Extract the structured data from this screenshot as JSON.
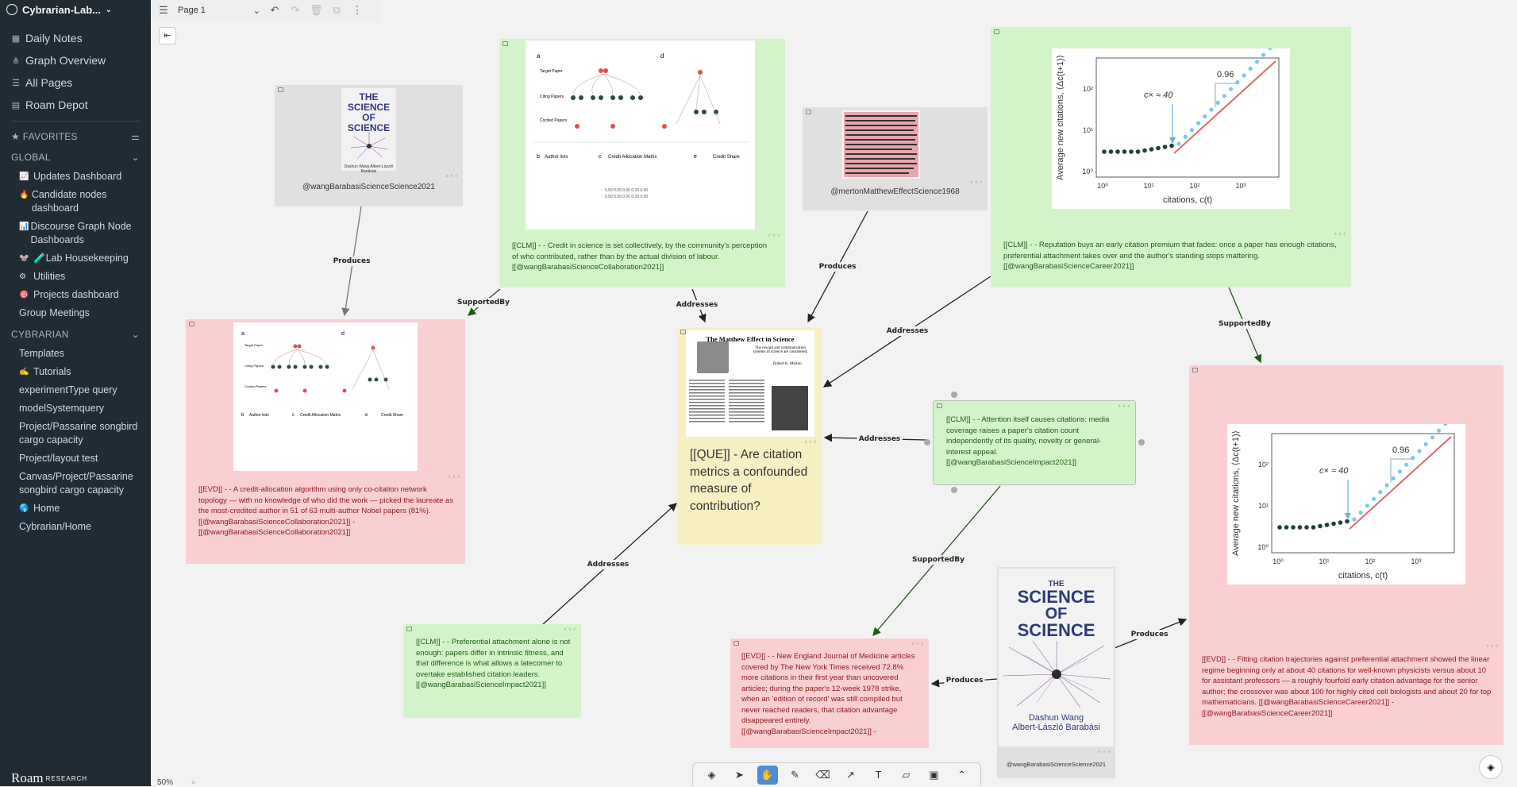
{
  "sidebar": {
    "graph_name": "Cybrarian-Lab...",
    "nav": [
      {
        "label": "Daily Notes",
        "icon": "calendar-icon"
      },
      {
        "label": "Graph Overview",
        "icon": "graph-icon"
      },
      {
        "label": "All Pages",
        "icon": "pages-icon"
      },
      {
        "label": "Roam Depot",
        "icon": "depot-icon"
      }
    ],
    "favorites_label": "FAVORITES",
    "global_label": "GLOBAL",
    "global_items": [
      {
        "emoji": "📈",
        "label": "Updates Dashboard"
      },
      {
        "emoji": "🔥",
        "label": "Candidate nodes dashboard"
      },
      {
        "emoji": "📊",
        "label": "Discourse Graph Node Dashboards"
      },
      {
        "emoji": "🐭",
        "label": "🧪Lab Housekeeping"
      },
      {
        "emoji": "⚙",
        "label": "Utilities"
      },
      {
        "emoji": "🎯",
        "label": "Projects dashboard"
      },
      {
        "emoji": "",
        "label": "Group Meetings"
      }
    ],
    "cybrarian_label": "CYBRARIAN",
    "cybrarian_items": [
      {
        "emoji": "",
        "label": "Templates"
      },
      {
        "emoji": "✍",
        "label": "Tutorials"
      },
      {
        "emoji": "",
        "label": "experimentType query"
      },
      {
        "emoji": "",
        "label": "modelSystemquery"
      },
      {
        "emoji": "",
        "label": "Project/Passarine songbird cargo capacity"
      },
      {
        "emoji": "",
        "label": "Project/layout test"
      },
      {
        "emoji": "",
        "label": "Canvas/Project/Passarine songbird cargo capacity"
      },
      {
        "emoji": "🌎",
        "label": "Home"
      },
      {
        "emoji": "",
        "label": "Cybrarian/Home"
      }
    ],
    "brand": "Roam",
    "brand_sub": "RESEARCH"
  },
  "topbar": {
    "page": "Page 1"
  },
  "zoom": "50%",
  "nodes": {
    "ref_science_of_science": {
      "label": "@wangBarabasiScienceScience2021",
      "book_title": "THE SCIENCE OF SCIENCE",
      "book_authors": "Dashun Wang Albert-László Barabási"
    },
    "clm_credit": {
      "text": "[[CLM]] - - Credit in science is set collectively, by the community's perception of who contributed, rather than by the actual division of labour. [[@wangBarabasiScienceCollaboration2021]]"
    },
    "ref_merton": {
      "label": "@mertonMatthewEffectScience1968"
    },
    "clm_reputation": {
      "text": "[[CLM]] - - Reputation buys an early citation premium that fades: once a paper has enough citations, preferential attachment takes over and the author's standing stops mattering. [[@wangBarabasiScienceCareer2021]]"
    },
    "evd_credit_alg": {
      "text": "[[EVD]] - - A credit-allocation algorithm using only co-citation network topology — with no knowledge of who did the work — picked the laureate as the most-credited author in 51 of 63 multi-author Nobel papers (81%). [[@wangBarabasiScienceCollaboration2021]] - [[@wangBarabasiScienceCollaboration2021]]"
    },
    "que_citation": {
      "text": "[[QUE]] - Are citation metrics a confounded measure of contribution?",
      "paper_title": "The Matthew Effect in Science",
      "paper_subtitle": "The reward and communication systems of science are considered.",
      "paper_author": "Robert K. Merton"
    },
    "clm_attention": {
      "text": "[[CLM]] - - Attention itself causes citations: media coverage raises a paper's citation count independently of its quality, novelty or general-interest appeal. [[@wangBarabasiScienceImpact2021]]"
    },
    "clm_preferential": {
      "text": "[[CLM]] - - Preferential attachment alone is not enough: papers differ in intrinsic fitness, and that difference is what allows a latecomer to overtake established citation leaders. [[@wangBarabasiScienceImpact2021]]"
    },
    "evd_nejm": {
      "text": "[[EVD]] - - New England Journal of Medicine articles covered by The New York Times received 72.8% more citations in their first year than uncovered articles; during the paper's 12-week 1978 strike, when an 'edition of record' was still compiled but never reached readers, that citation advantage disappeared entirely. [[@wangBarabasiScienceImpact2021]] -"
    },
    "ref_book_big": {
      "label": "@wangBarabasiScienceScience2021",
      "book_title_1": "SCIENCE",
      "book_of": "OF",
      "book_title_2": "SCIENCE",
      "book_the": "THE",
      "author_1": "Dashun Wang",
      "author_2": "Albert-László Barabási"
    },
    "evd_fitting": {
      "text": "[[EVD]] - - Fitting citation trajectories against preferential attachment showed the linear regime beginning only at about 40 citations for well-known physicists versus about 10 for assistant professors — a roughly fourfold early citation advantage for the senior author; the crossover was about 100 for highly cited cell biologists and about 20 for top mathematicians. [[@wangBarabasiScienceCareer2021]] - [[@wangBarabasiScienceCareer2021]]"
    }
  },
  "credit_figure": {
    "panel_a": "a",
    "panel_d": "d",
    "panel_b": "b",
    "panel_c": "c",
    "panel_e": "e",
    "target": "Target Paper",
    "citing": "Citing Papers",
    "cocited": "Cocited Papers",
    "author_lists": "Author lists",
    "credit_matrix": "Credit Allocation Matrix",
    "credit_share": "Credit Share"
  },
  "citation_figure": {
    "ylabel": "Average new citations, ⟨Δc(t+1)⟩",
    "xlabel": "citations, c(t)",
    "slope": "0.96",
    "threshold": "c× ≈ 40",
    "xticks": [
      "10⁰",
      "10¹",
      "10²",
      "10³"
    ],
    "yticks": [
      "10⁰",
      "10¹",
      "10²"
    ]
  },
  "edges": [
    {
      "label": "Produces"
    },
    {
      "label": "SupportedBy"
    },
    {
      "label": "Addresses"
    },
    {
      "label": "Produces"
    },
    {
      "label": "Addresses"
    },
    {
      "label": "SupportedBy"
    },
    {
      "label": "Addresses"
    },
    {
      "label": "Addresses"
    },
    {
      "label": "SupportedBy"
    },
    {
      "label": "Produces"
    },
    {
      "label": "Produces"
    }
  ]
}
